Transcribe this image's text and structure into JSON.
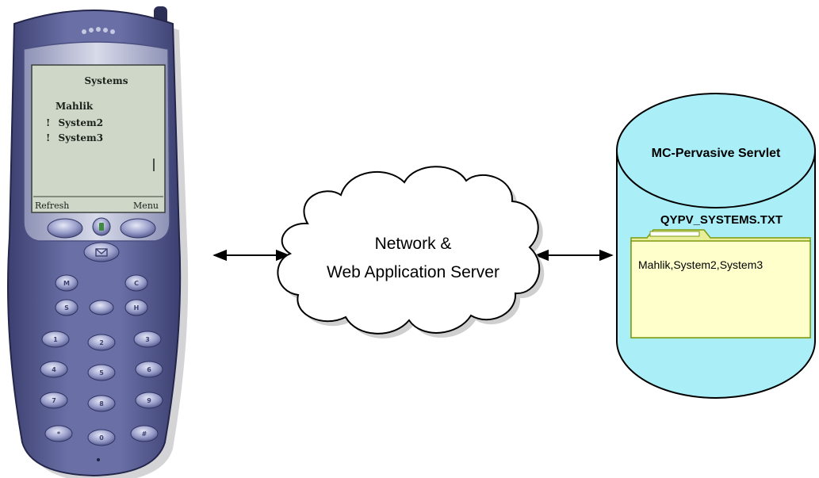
{
  "phone": {
    "screen_title": "Systems",
    "system_items": [
      {
        "marker": "",
        "name": "Mahlik"
      },
      {
        "marker": "!",
        "name": "System2"
      },
      {
        "marker": "!",
        "name": "System3"
      }
    ],
    "softkey_left": "Refresh",
    "softkey_right": "Menu",
    "keypad": {
      "side_left": [
        "M",
        "S"
      ],
      "side_right": [
        "C",
        "H"
      ],
      "digits": [
        "1",
        "2",
        "3",
        "4",
        "5",
        "6",
        "7",
        "8",
        "9",
        "*",
        "0",
        "#"
      ]
    }
  },
  "cloud": {
    "line1": "Network &",
    "line2": "Web Application Server"
  },
  "server": {
    "title": "MC-Pervasive Servlet",
    "file_name": "QYPV_SYSTEMS.TXT",
    "file_content": "Mahlik,System2,System3"
  },
  "colors": {
    "phone_body": "#5a5f95",
    "phone_face": "#c3c6da",
    "screen_bg": "#cdd6c6",
    "cylinder_fill": "#aaeef8",
    "folder_fill": "#ffffcc",
    "folder_stroke": "#7d9a10",
    "cloud_fill": "#ffffff"
  }
}
